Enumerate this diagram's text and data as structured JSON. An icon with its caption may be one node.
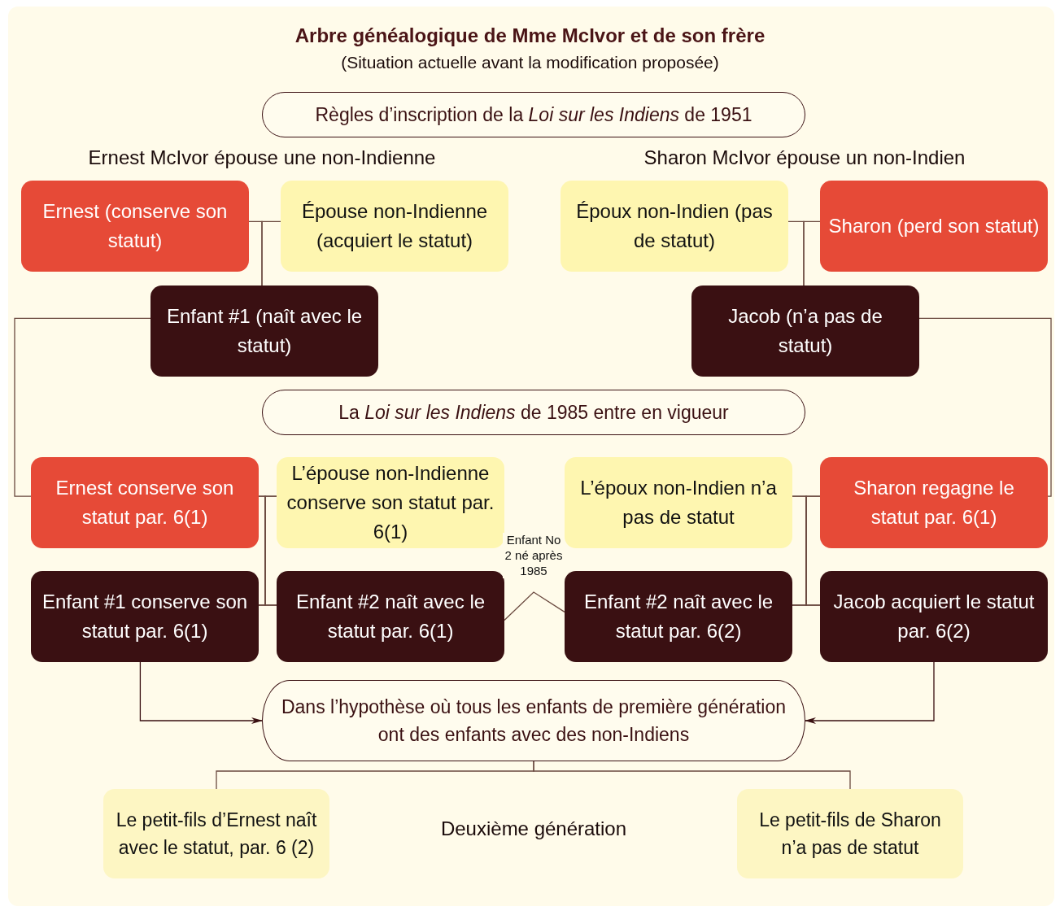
{
  "diagram": {
    "title": "Arbre généalogique de Mme McIvor et de son frère",
    "nodes": [
      {
        "text": [
          "Ernest (conserve son statut)"
        ]
      },
      {
        "text": [
          "Épouse non-Indienne (acquiert le statut)"
        ]
      },
      {
        "text": [
          "Enfant #1 (naît avec le statut)"
        ]
      },
      {
        "text": [
          "Époux non-Indien (pas de statut)"
        ]
      },
      {
        "text": [
          "Sharon (perd son statut)"
        ]
      },
      {
        "text": [
          "Jacob (n’a pas de statut)"
        ]
      },
      {
        "text": [
          "Règles d’inscription de la *Loi sur les Indiens* de 1951"
        ]
      },
      {
        "text": [
          "La *Loi sur les Indiens* de 1985 entre en vigueur"
        ]
      },
      {
        "text": [
          "Ernest conserve son statut par. 6(1)"
        ]
      },
      {
        "text": [
          "L’épouse non-Indienne conserve son statut par. 6(1)"
        ]
      },
      {
        "text": [
          "L’époux non-Indien n’a pas de statut"
        ]
      },
      {
        "text": [
          "Sharon regagne le statut par. 6(1)"
        ]
      },
      {
        "text": [
          "Enfant #1 conserve son statut par. 6(1)"
        ]
      },
      {
        "text": [
          "Enfant #2 naît avec le statut par. 6(1)"
        ]
      },
      {
        "text": [
          "Enfant #2 naît avec le statut par. 6(2)"
        ]
      },
      {
        "text": [
          "Jacob acquiert le statut par. 6(2)"
        ]
      },
      {
        "text": [
          "Dans l’hypothèse où tous les enfants de première génération ont des enfants avec des non-Indiens"
        ]
      },
      {
        "text": [
          "Le petit-fils d’Ernest naît avec le statut, par. 6 (2)"
        ]
      },
      {
        "text": [
          "Le petit-fils de Sharon n’a pas de statut"
        ]
      }
    ],
    "edges": [
      {
        "from": 0,
        "to": 2,
        "arrow": "none"
      },
      {
        "from": 1,
        "to": 2,
        "arrow": "none"
      },
      {
        "from": 3,
        "to": 5,
        "arrow": "none"
      },
      {
        "from": 4,
        "to": 5,
        "arrow": "none"
      },
      {
        "from": 2,
        "to": 8,
        "arrow": "none"
      },
      {
        "from": 5,
        "to": 11,
        "arrow": "none"
      },
      {
        "from": 8,
        "to": 12,
        "arrow": "none"
      },
      {
        "from": 9,
        "to": 12,
        "arrow": "none"
      },
      {
        "from": 8,
        "to": 13,
        "arrow": "none"
      },
      {
        "from": 9,
        "to": 13,
        "arrow": "none"
      },
      {
        "from": 10,
        "to": 14,
        "arrow": "none"
      },
      {
        "from": 11,
        "to": 14,
        "arrow": "none"
      },
      {
        "from": 10,
        "to": 15,
        "arrow": "none"
      },
      {
        "from": 11,
        "to": 15,
        "arrow": "none"
      },
      {
        "from": 13,
        "to": 14,
        "arrow": "none",
        "label": "Enfant No 2 né après 1985"
      },
      {
        "from": 12,
        "to": 16,
        "arrow": "to"
      },
      {
        "from": 15,
        "to": 16,
        "arrow": "to"
      },
      {
        "from": 16,
        "to": 17,
        "arrow": "none"
      },
      {
        "from": 16,
        "to": 18,
        "arrow": "none"
      }
    ],
    "labels": [
      "(Situation actuelle avant la modification proposée)",
      "Ernest McIvor épouse une non-Indienne",
      "Sharon McIvor épouse un non-Indien",
      "Deuxième génération"
    ]
  }
}
